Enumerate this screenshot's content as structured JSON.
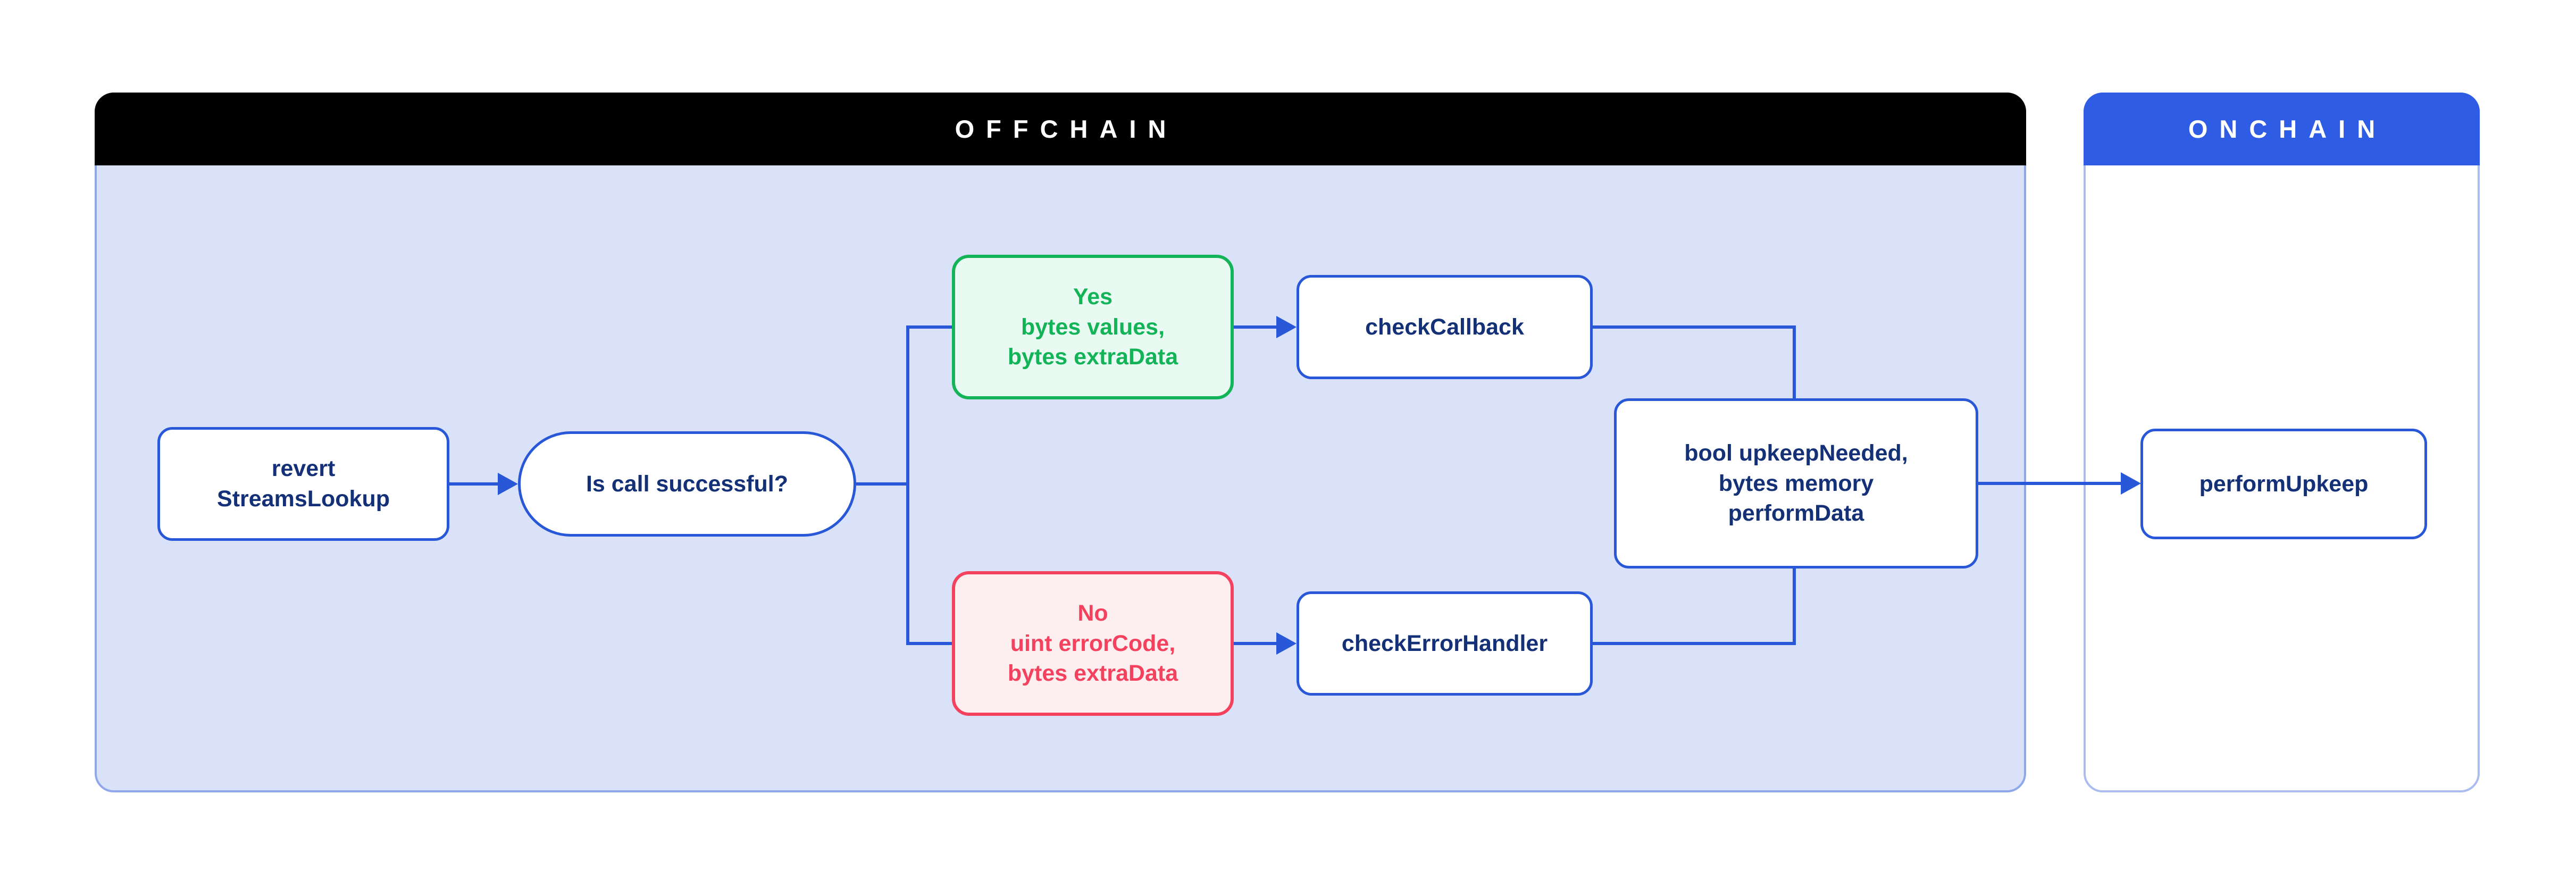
{
  "panels": {
    "offchain": {
      "title": "OFFCHAIN"
    },
    "onchain": {
      "title": "ONCHAIN"
    }
  },
  "nodes": {
    "revert_streams_lookup": {
      "label": "revert\nStreamsLookup"
    },
    "is_call_successful": {
      "label": "Is call successful?"
    },
    "yes_branch": {
      "label": "Yes\nbytes values,\nbytes extraData"
    },
    "check_callback": {
      "label": "checkCallback"
    },
    "no_branch": {
      "label": "No\nuint errorCode,\nbytes extraData"
    },
    "check_error_handler": {
      "label": "checkErrorHandler"
    },
    "upkeep_result": {
      "label": "bool upkeepNeeded,\nbytes memory\nperformData"
    },
    "perform_upkeep": {
      "label": "performUpkeep"
    }
  },
  "colors": {
    "connector_blue": "#2857d8",
    "node_text_navy": "#143177",
    "success_green": "#12b457",
    "success_green_bg": "#e8faf1",
    "error_red": "#f4425e",
    "error_red_bg": "#fdeef0",
    "offchain_header_bg": "#000000",
    "offchain_body_bg": "#d9e2f8",
    "onchain_header_bg": "#2e5ce5",
    "onchain_body_bg": "#ffffff"
  }
}
